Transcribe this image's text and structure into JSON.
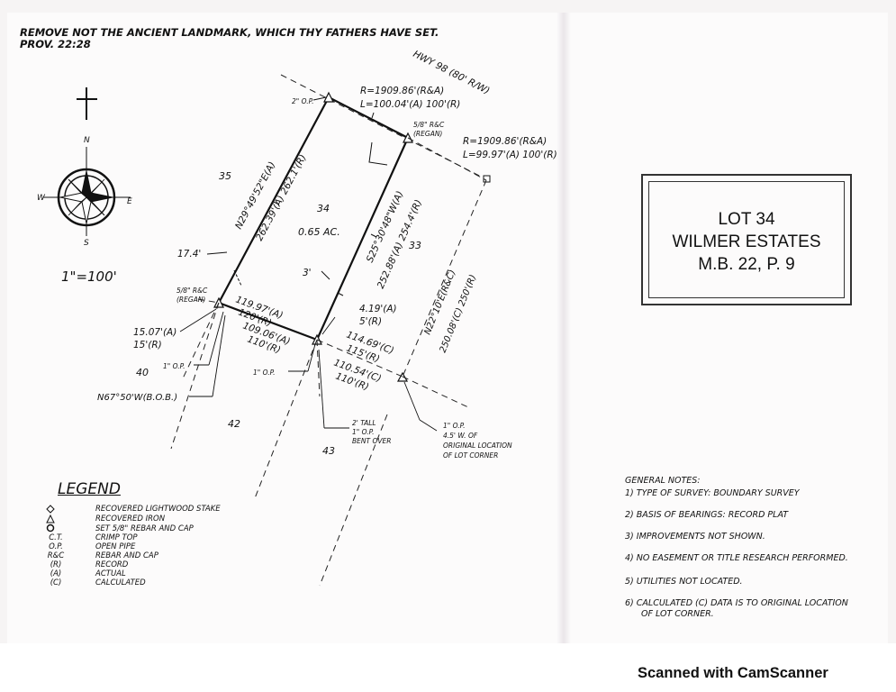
{
  "header": {
    "quote_line1": "REMOVE NOT THE ANCIENT LANDMARK, WHICH THY FATHERS HAVE SET.",
    "quote_line2": "PROV. 22:28"
  },
  "compass": {
    "n": "N",
    "s": "S",
    "e": "E",
    "w": "W"
  },
  "scale": "1\"=100'",
  "road": "HWY 98 (80' R/W)",
  "curves": {
    "curve1_r": "R=1909.86'(R&A)",
    "curve1_l": "L=100.04'(A)  100'(R)",
    "curve2_r": "R=1909.86'(R&A)",
    "curve2_l": "L=99.97'(A)  100'(R)"
  },
  "lot": {
    "number": "34",
    "area": "0.65 AC."
  },
  "lots_adjacent": {
    "l35": "35",
    "l33": "33",
    "l40": "40",
    "l42": "42",
    "l43": "43"
  },
  "bearings": {
    "west_b": "N29°49'52\"E(A)",
    "west_d": "262.39'(A)  262.1'(R)",
    "east_b": "S25°30'48\"W(A)",
    "east_d": "252.88'(A)  254.4'(R)",
    "far_b": "N22°10'E(R&C)",
    "far_d": "250.08'(C)  250'(R)"
  },
  "labels": {
    "op_top": "2\" O.P.",
    "rc_regan_top": "5/8\" R&C",
    "regan_top": "(REGAN)",
    "offset_17": "17.4'",
    "offset_3": "3'",
    "rc_regan_left": "5/8\" R&C",
    "regan_left": "(REGAN)",
    "d_15a": "15.07'(A)",
    "d_15r": "15'(R)",
    "op_left": "1\" O.P.",
    "bob": "N67°50'W(B.O.B.)",
    "op_mid": "1\" O.P.",
    "s_119": "119.97'(A)",
    "s_120": "120'(R)",
    "s_109": "109.06'(A)",
    "s_110": "110'(R)",
    "d_419": "4.19'(A)",
    "d_5": "5'(R)",
    "d_114": "114.69'(C)",
    "d_115": "115'(R)",
    "d_110c": "110.54'(C)",
    "d_110r": "110'(R)",
    "tall_1": "2' TALL",
    "tall_2": "1\" O.P.",
    "tall_3": "BENT OVER",
    "orig_1": "1\" O.P.",
    "orig_2": "4.5' W. OF",
    "orig_3": "ORIGINAL LOCATION",
    "orig_4": "OF LOT CORNER"
  },
  "title_block": {
    "line1": "LOT 34",
    "line2": "WILMER ESTATES",
    "line3": "M.B. 22, P. 9"
  },
  "legend": {
    "title": "LEGEND",
    "items": [
      {
        "symbol": "◇",
        "text": "RECOVERED LIGHTWOOD STAKE"
      },
      {
        "symbol": "△",
        "text": "RECOVERED IRON"
      },
      {
        "symbol": "O",
        "text": "SET 5/8\" REBAR AND CAP"
      },
      {
        "symbol": "C.T.",
        "text": "CRIMP TOP"
      },
      {
        "symbol": "O.P.",
        "text": "OPEN PIPE"
      },
      {
        "symbol": "R&C",
        "text": "REBAR AND CAP"
      },
      {
        "symbol": "(R)",
        "text": "RECORD"
      },
      {
        "symbol": "(A)",
        "text": "ACTUAL"
      },
      {
        "symbol": "(C)",
        "text": "CALCULATED"
      }
    ]
  },
  "notes": {
    "title": "GENERAL NOTES:",
    "items": [
      "1) TYPE OF SURVEY: BOUNDARY SURVEY",
      "2) BASIS OF BEARINGS: RECORD PLAT",
      "3) IMPROVEMENTS NOT SHOWN.",
      "4) NO EASEMENT OR TITLE RESEARCH PERFORMED.",
      "5) UTILITIES NOT LOCATED.",
      "6) CALCULATED (C) DATA IS TO ORIGINAL LOCATION",
      "OF LOT CORNER."
    ]
  },
  "watermark": "Scanned with CamScanner",
  "colors": {
    "ink": "#111111",
    "paper": "#fcfbfb"
  }
}
